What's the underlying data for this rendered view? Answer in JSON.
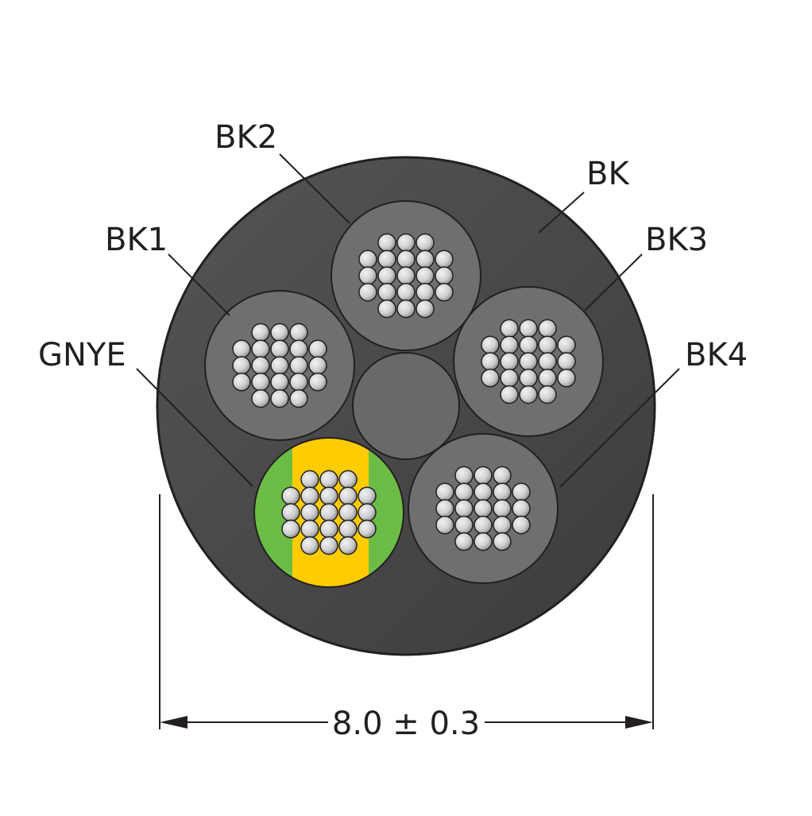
{
  "labels": {
    "outer_jacket": "BK",
    "core_1": "BK1",
    "core_2": "BK2",
    "core_3": "BK3",
    "core_4": "BK4",
    "ground_core": "GNYE"
  },
  "dimension": {
    "text": "8.0 ± 0.3"
  },
  "colors": {
    "jacket": "#4d4d4f",
    "jacket_dark": "#3f3f41",
    "core_insulation": "#6e6f71",
    "filler": "#666769",
    "strand": "#d6d7d9",
    "strand_dark": "#a9aaac",
    "green": "#6cbd45",
    "yellow": "#ffcc00",
    "outline": "#231f20"
  }
}
